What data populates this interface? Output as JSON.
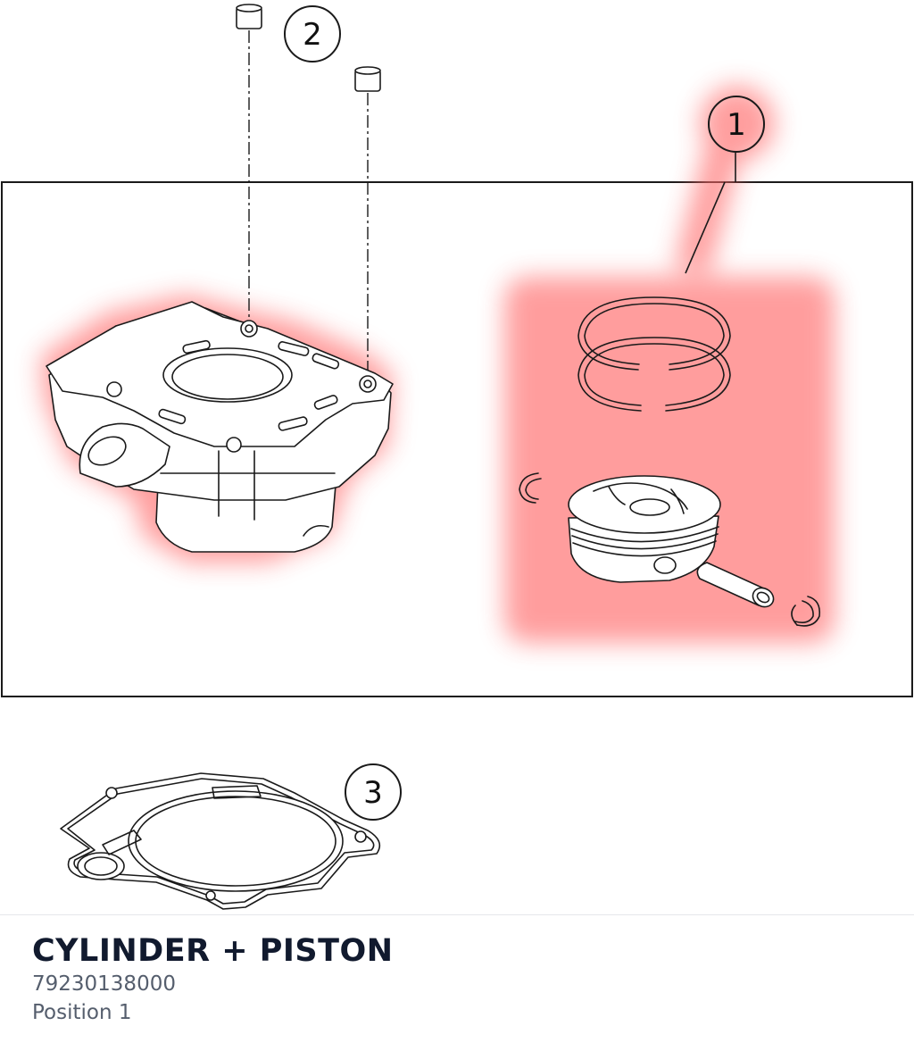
{
  "callouts": [
    {
      "label": "1"
    },
    {
      "label": "2"
    },
    {
      "label": "3"
    }
  ],
  "part": {
    "title": "CYLINDER + PISTON",
    "number": "79230138000",
    "position": "Position 1"
  },
  "colors": {
    "highlight": "#ff6b6b",
    "line": "#1a1a1a",
    "title": "#111a2e",
    "subtext": "#555e6d"
  }
}
